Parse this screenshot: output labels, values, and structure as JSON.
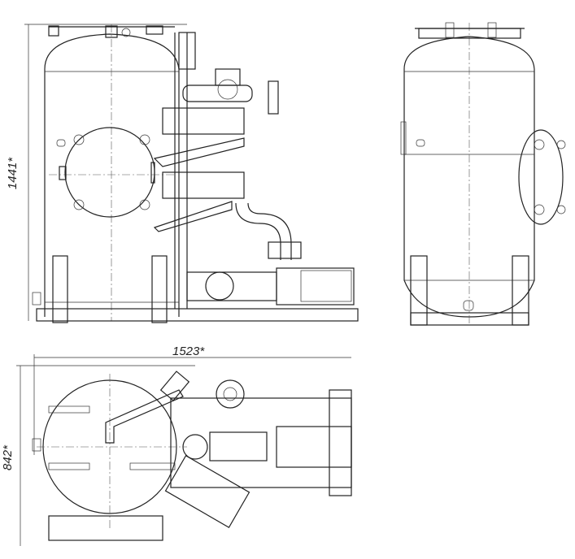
{
  "dimensions": {
    "height": "1441*",
    "length": "1523*",
    "width": "842*"
  },
  "views": [
    "front-view",
    "side-view",
    "top-view"
  ]
}
